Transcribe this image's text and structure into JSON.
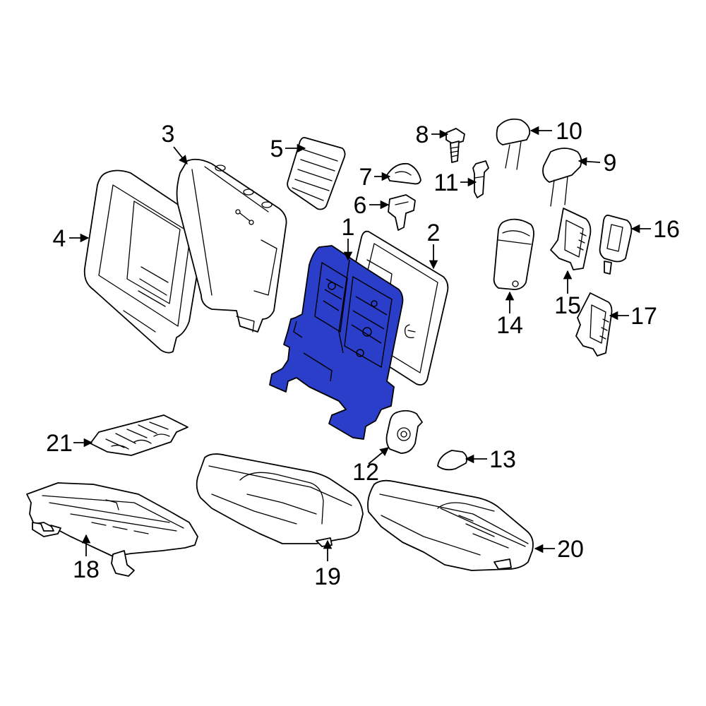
{
  "diagram": {
    "highlight_color": "#2a3ec9",
    "line_color": "#000000",
    "callouts": [
      {
        "id": "1",
        "label": "1"
      },
      {
        "id": "2",
        "label": "2"
      },
      {
        "id": "3",
        "label": "3"
      },
      {
        "id": "4",
        "label": "4"
      },
      {
        "id": "5",
        "label": "5"
      },
      {
        "id": "6",
        "label": "6"
      },
      {
        "id": "7",
        "label": "7"
      },
      {
        "id": "8",
        "label": "8"
      },
      {
        "id": "9",
        "label": "9"
      },
      {
        "id": "10",
        "label": "10"
      },
      {
        "id": "11",
        "label": "11"
      },
      {
        "id": "12",
        "label": "12"
      },
      {
        "id": "13",
        "label": "13"
      },
      {
        "id": "14",
        "label": "14"
      },
      {
        "id": "15",
        "label": "15"
      },
      {
        "id": "16",
        "label": "16"
      },
      {
        "id": "17",
        "label": "17"
      },
      {
        "id": "18",
        "label": "18"
      },
      {
        "id": "19",
        "label": "19"
      },
      {
        "id": "20",
        "label": "20"
      },
      {
        "id": "21",
        "label": "21"
      }
    ]
  }
}
